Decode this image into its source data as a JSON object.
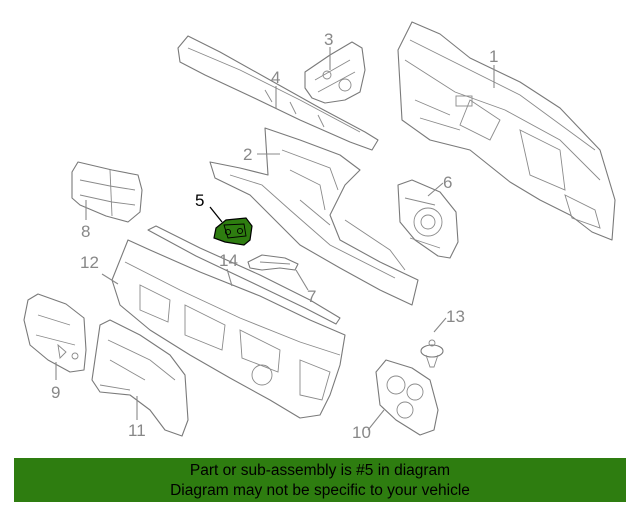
{
  "diagram": {
    "highlight_color": "#2e7d10",
    "highlighted_part": "5",
    "callouts": {
      "c1": "1",
      "c2": "2",
      "c3": "3",
      "c4": "4",
      "c5": "5",
      "c6": "6",
      "c7": "7",
      "c8": "8",
      "c9": "9",
      "c10": "10",
      "c11": "11",
      "c12": "12",
      "c13": "13",
      "c14": "14"
    }
  },
  "footer": {
    "line1": "Part or sub-assembly is #5 in diagram",
    "line2": "Diagram may not be specific to your vehicle"
  }
}
